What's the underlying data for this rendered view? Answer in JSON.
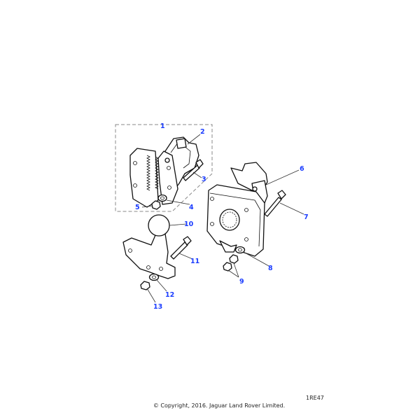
{
  "diagram": {
    "callouts": [
      "1",
      "2",
      "3",
      "4",
      "5",
      "6",
      "7",
      "8",
      "9",
      "10",
      "11",
      "12",
      "13"
    ],
    "reference": "1RE47",
    "copyright": "© Copyright, 2016. Jaguar Land Rover Limited."
  },
  "colors": {
    "callout": "#1a3cff",
    "line": "#111111"
  }
}
